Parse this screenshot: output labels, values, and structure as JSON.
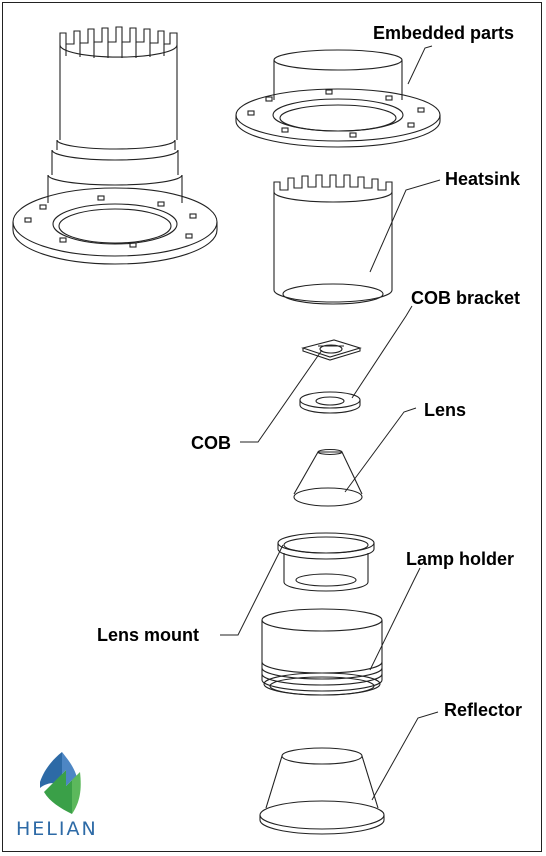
{
  "labels": {
    "embedded_parts": "Embedded parts",
    "heatsink": "Heatsink",
    "cob_bracket": "COB bracket",
    "cob": "COB",
    "lens": "Lens",
    "lamp_holder": "Lamp holder",
    "lens_mount": "Lens mount",
    "reflector": "Reflector"
  },
  "brand": {
    "name": "HELIAN"
  },
  "colors": {
    "logo_blue": "#2d6aa6",
    "logo_green": "#3aa048",
    "line": "#222222"
  }
}
